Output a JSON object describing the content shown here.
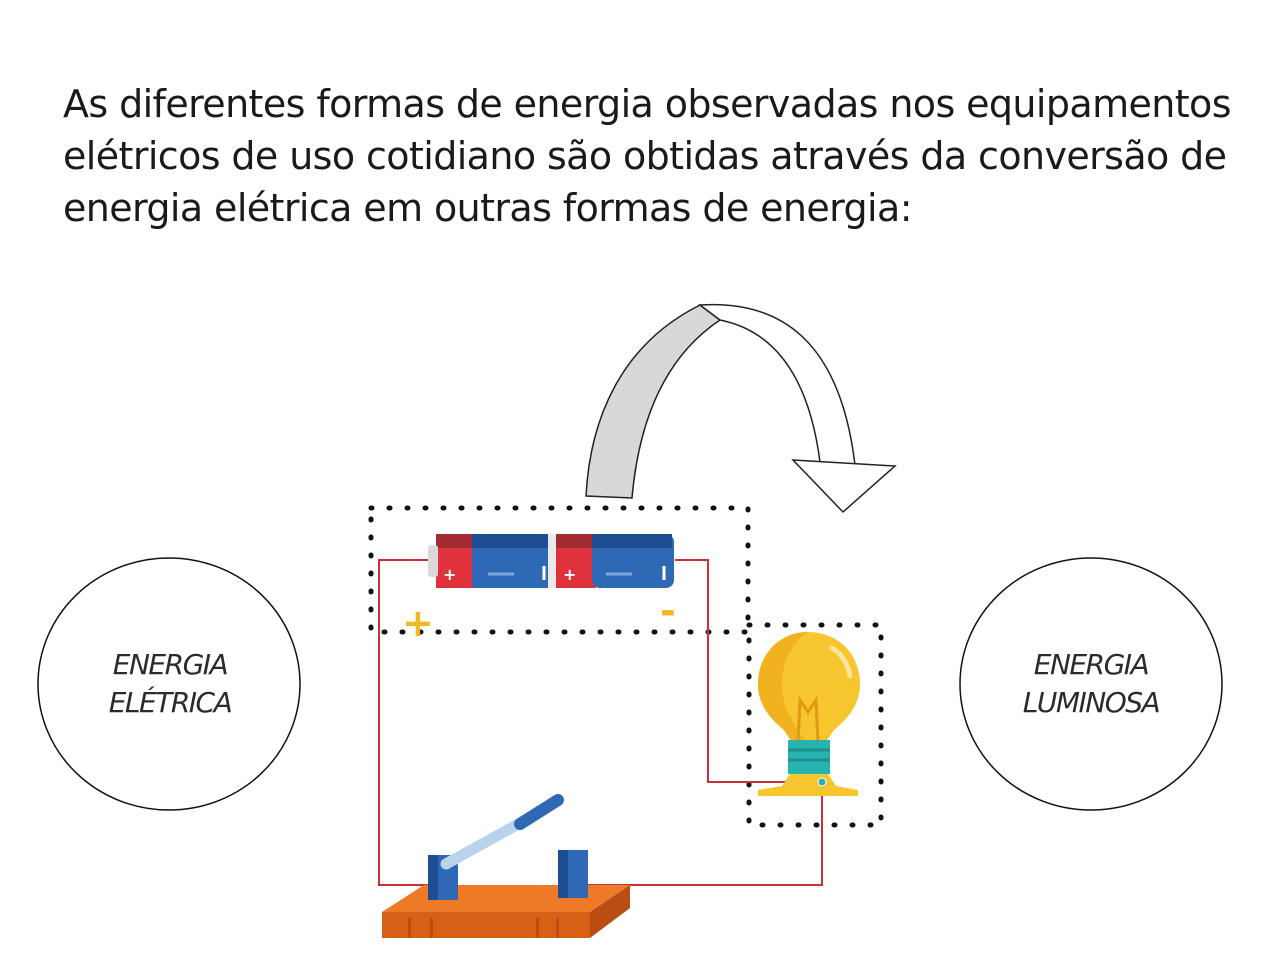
{
  "intro": {
    "text": "As diferentes formas de energia observadas nos equipamentos elétricos de uso cotidiano são obtidas através da conversão de energia elétrica em outras formas de energia:"
  },
  "labels": {
    "left_line1": "ENERGIA",
    "left_line2": "ELÉTRICA",
    "right_line1": "ENERGIA",
    "right_line2": "LUMINOSA",
    "battery_plus": "+",
    "battery_minus": "-",
    "cell_plus": "+"
  },
  "colors": {
    "wire": "#c8313a",
    "battery_blue": "#2f68b5",
    "battery_red": "#e0323c",
    "bulb": "#f7c52e",
    "bulb_base": "#27b3b0",
    "switch_base": "#ee7a28",
    "arrow_fill": "#d8d8d8",
    "terminal_sign": "#f2b824"
  }
}
